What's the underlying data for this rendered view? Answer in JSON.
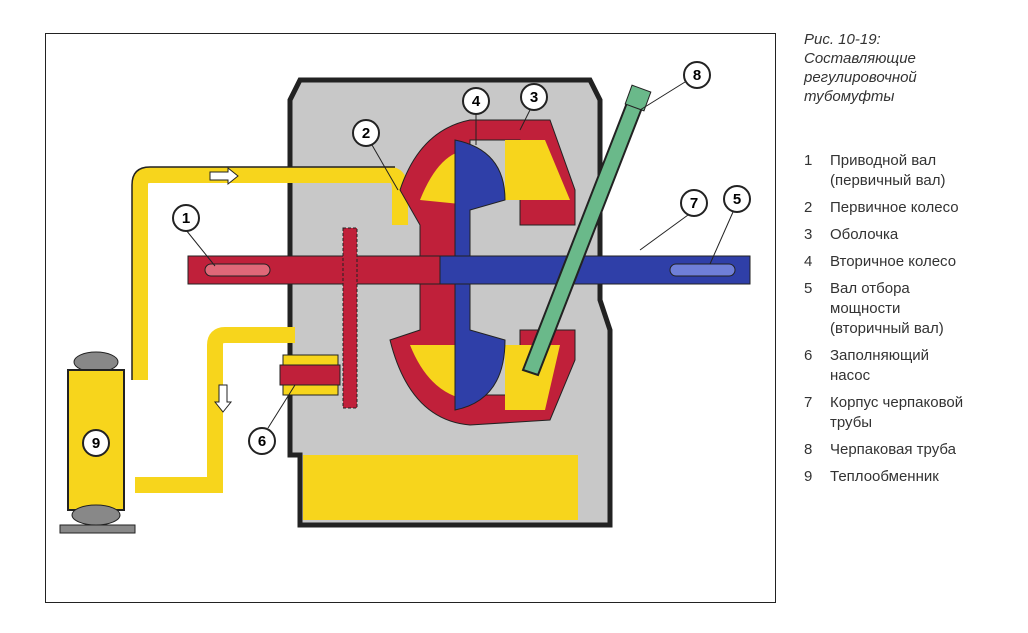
{
  "caption": {
    "line1": "Рис. 10-19:",
    "line2": "Составляющие",
    "line3": "регулировочной",
    "line4": "тубомуфты"
  },
  "legend": [
    {
      "num": "1",
      "label": "Приводной вал (первичный вал)"
    },
    {
      "num": "2",
      "label": "Первичное колесо"
    },
    {
      "num": "3",
      "label": "Оболочка"
    },
    {
      "num": "4",
      "label": "Вторичное колесо"
    },
    {
      "num": "5",
      "label": "Вал отбора мощности (вторичный вал)"
    },
    {
      "num": "6",
      "label": "Заполняющий насос"
    },
    {
      "num": "7",
      "label": "Корпус черпаковой трубы"
    },
    {
      "num": "8",
      "label": "Черпаковая труба"
    },
    {
      "num": "9",
      "label": "Теплообменник"
    }
  ],
  "callouts": [
    "1",
    "2",
    "3",
    "4",
    "5",
    "6",
    "7",
    "8",
    "9"
  ],
  "colors": {
    "oil": "#f7d51c",
    "housing": "#c8c8c8",
    "primary": "#c0203a",
    "secondary": "#2f3fa8",
    "scoop": "#6ab98a",
    "outline": "#222222"
  }
}
